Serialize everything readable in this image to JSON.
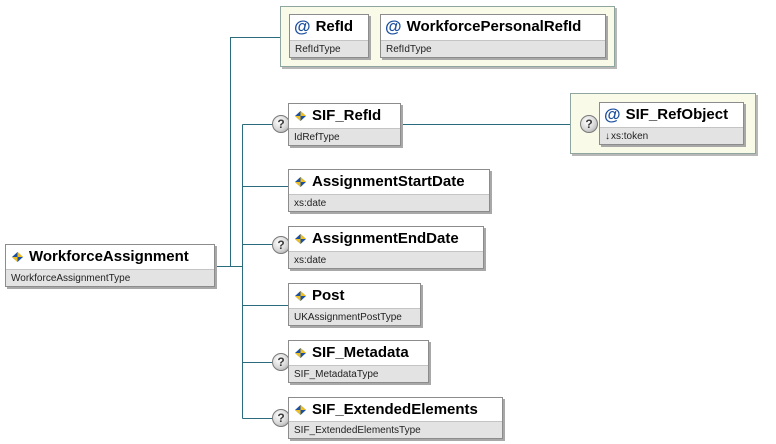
{
  "root": {
    "name": "WorkforceAssignment",
    "type": "WorkforceAssignmentType"
  },
  "attributes": [
    {
      "name": "RefId",
      "type": "RefIdType"
    },
    {
      "name": "WorkforcePersonalRefId",
      "type": "RefIdType"
    }
  ],
  "elements": [
    {
      "name": "SIF_RefId",
      "type": "IdRefType",
      "optional": true
    },
    {
      "name": "AssignmentStartDate",
      "type": "xs:date",
      "optional": false
    },
    {
      "name": "AssignmentEndDate",
      "type": "xs:date",
      "optional": true
    },
    {
      "name": "Post",
      "type": "UKAssignmentPostType",
      "optional": false
    },
    {
      "name": "SIF_Metadata",
      "type": "SIF_MetadataType",
      "optional": true
    },
    {
      "name": "SIF_ExtendedElements",
      "type": "SIF_ExtendedElementsType",
      "optional": true
    }
  ],
  "ref_attribute": {
    "name": "SIF_RefObject",
    "type": "xs:token",
    "arrow": "↓"
  },
  "symbols": {
    "attribute": "@",
    "optional": "?"
  },
  "colors": {
    "line": "#2a6c7e",
    "icon_blue": "#1c4f9e",
    "icon_yellow": "#f0c020"
  }
}
